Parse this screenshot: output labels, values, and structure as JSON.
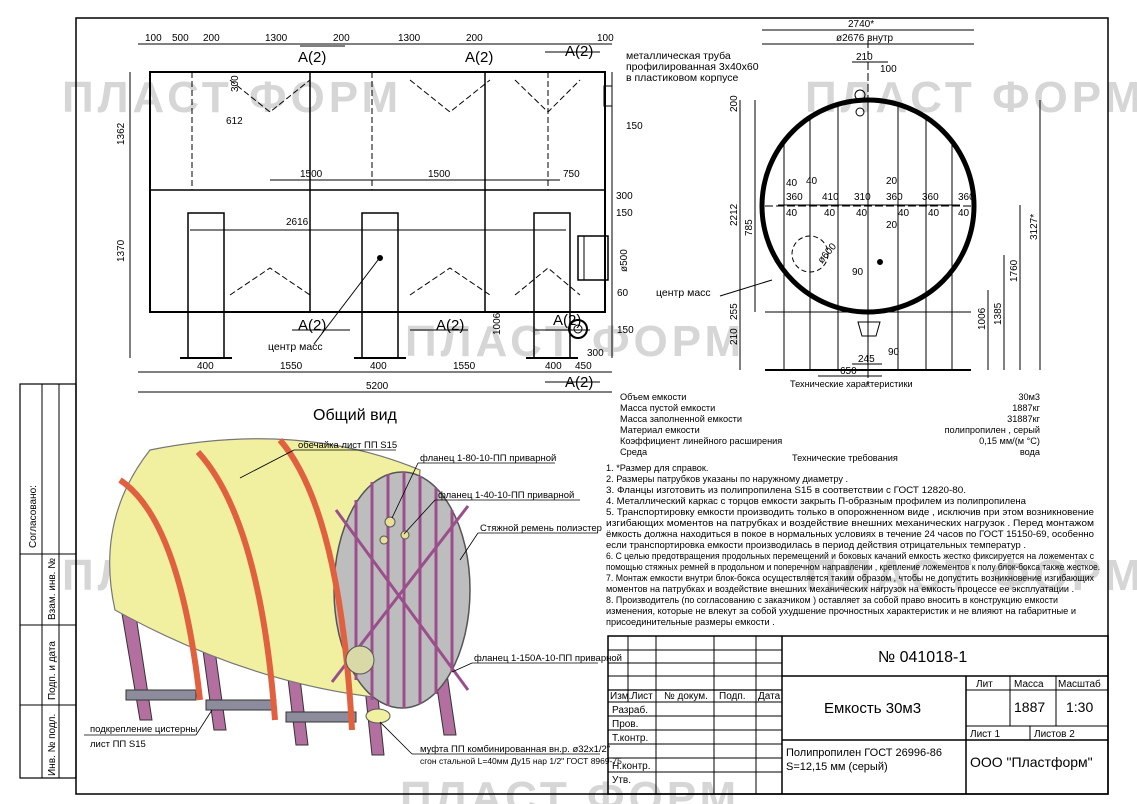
{
  "watermark": "ПЛАСТ ФОРМ",
  "side_labels": [
    "Согласовано:",
    "Взам. инв. №",
    "Подп. и дата",
    "Инв. № подл."
  ],
  "views": {
    "general_title": "Общий вид",
    "section_marks": [
      "A(2)",
      "A(2)",
      "A(2)",
      "A(2)",
      "A(2)",
      "A(2)",
      "A(2)"
    ],
    "pipe_note": [
      "металлическая труба",
      "профилированная 3х40х60",
      "в пластиковом корпусе"
    ],
    "center_mass": "центр масс"
  },
  "dims_front_top": [
    "100",
    "500",
    "200",
    "1300",
    "200",
    "1300",
    "200",
    "100"
  ],
  "dims_front_inner": [
    "300",
    "612",
    "1500",
    "1500",
    "750",
    "2616"
  ],
  "dims_front_right": [
    "150",
    "300",
    "150",
    "ø500",
    "60",
    "150",
    "300",
    "450"
  ],
  "dims_front_left": [
    "1362",
    "1370",
    "1006"
  ],
  "dims_front_bottom": [
    "400",
    "1550",
    "400",
    "1550",
    "400",
    "5200"
  ],
  "dims_side_top": [
    "2740*",
    "ø2676 внутр",
    "210",
    "100"
  ],
  "dims_side_ribs": [
    "40",
    "360",
    "410",
    "310",
    "360",
    "360",
    "360",
    "40",
    "40",
    "20",
    "20",
    "40",
    "40",
    "40",
    "40",
    "40"
  ],
  "dims_side_other": [
    "200",
    "2212",
    "785",
    "ø600",
    "90",
    "210",
    "255",
    "245",
    "650",
    "90",
    "1006",
    "1385",
    "1760",
    "3127*"
  ],
  "callouts_3d": [
    "обечайка лист ПП S15",
    "фланец 1-80-10-ПП  приварной",
    "фланец 1-40-10-ПП  приварной",
    "Стяжной ремень полиэстер",
    "фланец 1-150А-10-ПП  приварной",
    "подкрепление цистерны",
    "лист ПП S15",
    "муфта ПП  комбинированная вн.р. ø32х1/2\"",
    "сгон стальной L=40мм Ду15 нар 1/2\" ГОСТ 8969-75"
  ],
  "tech_chars": {
    "title": "Технические характеристики",
    "rows": [
      {
        "name": "Объем емкости",
        "value": "30м3"
      },
      {
        "name": "Масса пустой емкости",
        "value": "1887кг"
      },
      {
        "name": "Масса заполненной емкости",
        "value": "31887кг"
      },
      {
        "name": "Материал емкости",
        "value": "полипропилен , серый"
      },
      {
        "name": "Коэффициент линейного расширения",
        "value": "0,15 мм/(м °C)"
      },
      {
        "name": "Среда",
        "value": "вода"
      }
    ]
  },
  "tech_req": {
    "title": "Технические требования",
    "lines": [
      "1. *Размер для справок.",
      "2. Размеры  патрубков указаны по наружному диаметру .",
      "3. Фланцы изготовить из полипропилена  S15 в соответствии с ГОСТ 12820-80.",
      "4. Металлический каркас с торцов емкости закрыть П-образным профилем из полипропилена",
      "5. Транспортировку емкости производить только в опорожненном виде , исключив при этом  возникновение",
      "    изгибающих моментов на патрубках и воздействие внешних  механических нагрузок . Перед монтажом",
      "    ёмкость должна находиться в покое в нормальных условиях в течение  24 часов по ГОСТ 15150-69, особенно",
      "    если транспортировка емкости производилась в период действия отрицательных температур .",
      "6. С целью предотвращения продольных перемещений и боковых качаний емкость жестко фиксируется на ложементах с",
      "    помощью стяжных ремней в продольном и поперечном направлении , крепление ложементов к полу блок-бокса также жесткое.",
      "7.  Монтаж  емкости внутри блок-бокса осуществляется таким образом , чтобы не допустить возникновение  изгибающих",
      "    моментов на патрубках и воздействие внешних  механических нагрузок  на емкость процессе ее эксплуатации .",
      "8. Производитель (по согласованию с заказчиком ) оставляет за собой право вносить в конструкцию емкости",
      "    изменения, которые не влекут за собой  ухудшение прочностных характеристик и не влияют на габаритные и",
      "    присоединительные размеры емкости ."
    ]
  },
  "title_block": {
    "doc_number": "№ 041018-1",
    "col_headers": [
      "Изм.",
      "Лист",
      "№ докум.",
      "Подп.",
      "Дата"
    ],
    "roles": [
      "Разраб.",
      "Пров.",
      "Т.контр.",
      "",
      "Н.контр.",
      "Утв."
    ],
    "name": "Емкость 30м3",
    "lit_label": "Лит",
    "mass_label": "Масса",
    "scale_label": "Масштаб",
    "mass": "1887",
    "scale": "1:30",
    "sheet": "Лист 1",
    "sheets": "Листов  2",
    "material_line1": "Полипропилен ГОСТ 26996-86",
    "material_line2": "S=12,15 мм (серый)",
    "company": "ООО \"Пластформ\""
  }
}
